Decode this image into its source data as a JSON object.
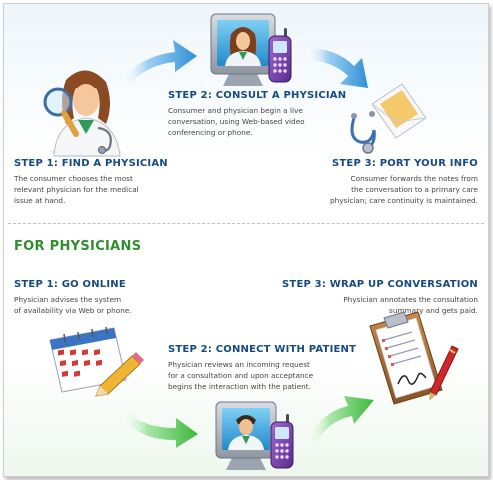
{
  "consumers": {
    "step1": {
      "title": "STEP 1: FIND A PHYSICIAN",
      "text": "The consumer chooses the most\nrelevant physician for the medical\nissue at hand."
    },
    "step2": {
      "title": "STEP 2: CONSULT A PHYSICIAN",
      "text": "Consumer and physician begin a live\nconversation, using Web-based video\nconferencing or phone."
    },
    "step3": {
      "title": "STEP 3: PORT YOUR INFO",
      "text": "Consumer forwards the notes from\nthe conversation to a primary care\nphysician; care continuity is maintained."
    }
  },
  "physicians": {
    "section_title": "FOR PHYSICIANS",
    "step1": {
      "title": "STEP 1: GO ONLINE",
      "text": "Physician advises the system\nof availability via Web or phone."
    },
    "step2": {
      "title": "STEP 2: CONNECT WITH PATIENT",
      "text": "Physician reviews an incoming request\nfor a consultation and upon acceptance\nbegins the interaction with the patient."
    },
    "step3": {
      "title": "STEP 3: WRAP UP CONVERSATION",
      "text": "Physician annotates the consultation\nsummary and gets paid."
    }
  },
  "icons": [
    "doctor-magnifier-icon",
    "video-call-monitor-icon",
    "mobile-phone-icon",
    "envelope-stethoscope-icon",
    "calendar-pencil-icon",
    "clipboard-pen-icon",
    "arrow-icon"
  ],
  "colors": {
    "title_blue": "#154a82",
    "section_green": "#2f8f2f",
    "arrow_blue": "#3a9ad9",
    "arrow_green": "#4cc24c",
    "body_text": "#444444"
  }
}
